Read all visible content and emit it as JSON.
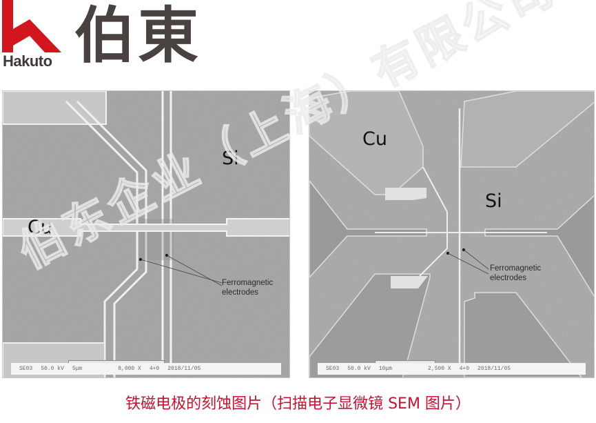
{
  "logo": {
    "brand_en": "Hakuto",
    "brand_cn": "伯東",
    "mark_icon": "hakuto-h-mark-icon",
    "mark_color": "#d2161e",
    "text_color": "#4a4241"
  },
  "images": [
    {
      "id": "left",
      "labels": {
        "metal": "Cu",
        "substrate": "Si",
        "annotation_line1": "Ferromagnetic",
        "annotation_line2": "electrodes"
      },
      "infobar": {
        "detector": "SE03",
        "voltage": "50.0 kV",
        "scale": "5μm",
        "magnification": "8,000 X",
        "mode": "4+0",
        "date": "2018/11/05"
      }
    },
    {
      "id": "right",
      "labels": {
        "metal": "Cu",
        "substrate": "Si",
        "annotation_line1": "Ferromagnetic",
        "annotation_line2": "electrodes"
      },
      "infobar": {
        "detector": "SE03",
        "voltage": "50.0 kV",
        "scale": "10μm",
        "magnification": "2,500 X",
        "mode": "4+0",
        "date": "2018/11/05"
      }
    }
  ],
  "watermark": "伯东企业（上海）有限公司",
  "caption": "铁磁电极的刻蚀图片（扫描电子显微镜 SEM 图片）",
  "colors": {
    "caption": "#c8102e",
    "sem_gray": "#9e9e9e",
    "electrode": "#e6e6e6"
  }
}
